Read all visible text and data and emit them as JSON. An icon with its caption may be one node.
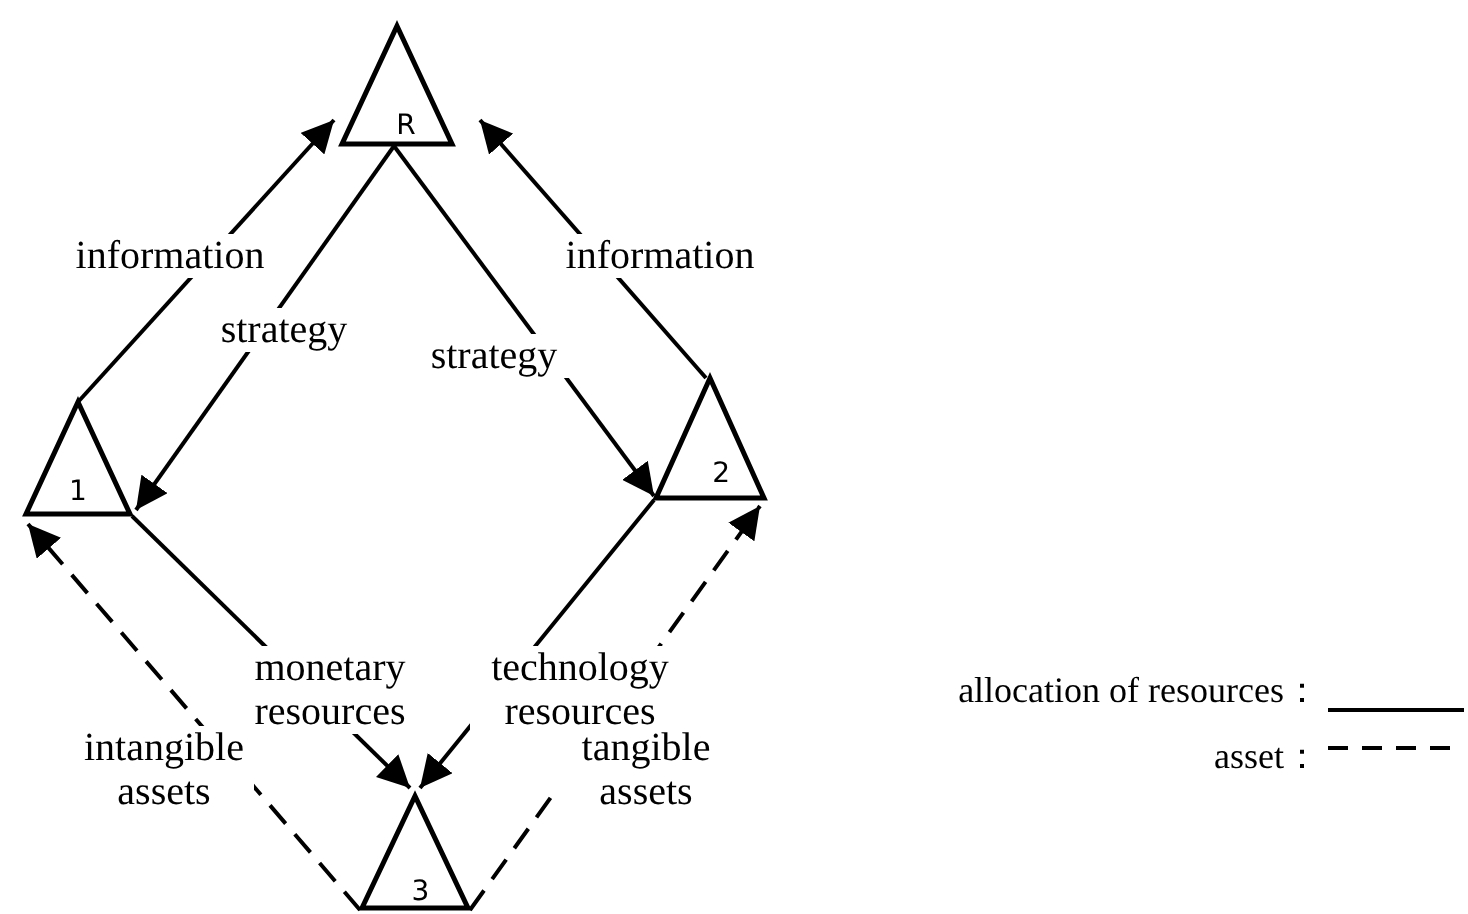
{
  "diagram": {
    "nodes": [
      {
        "text": [
          "R"
        ]
      },
      {
        "text": [
          "1"
        ]
      },
      {
        "text": [
          "2"
        ]
      },
      {
        "text": [
          "3"
        ]
      }
    ],
    "edges": [
      {
        "from": 1,
        "to": 0,
        "arrow": "to",
        "label": "information"
      },
      {
        "from": 0,
        "to": 1,
        "arrow": "to",
        "label": "strategy"
      },
      {
        "from": 0,
        "to": 2,
        "arrow": "to",
        "label": "strategy"
      },
      {
        "from": 2,
        "to": 0,
        "arrow": "to",
        "label": "information"
      },
      {
        "from": 1,
        "to": 3,
        "arrow": "to",
        "label": "monetary resources"
      },
      {
        "from": 2,
        "to": 3,
        "arrow": "to",
        "label": "technology resources"
      },
      {
        "from": 3,
        "to": 1,
        "arrow": "to",
        "label": "intangible assets",
        "style": "dashed"
      },
      {
        "from": 3,
        "to": 2,
        "arrow": "to",
        "label": "tangible assets",
        "style": "dashed"
      }
    ],
    "legend": [
      {
        "text": "allocation of resources："
      },
      {
        "text": "asset："
      }
    ]
  }
}
